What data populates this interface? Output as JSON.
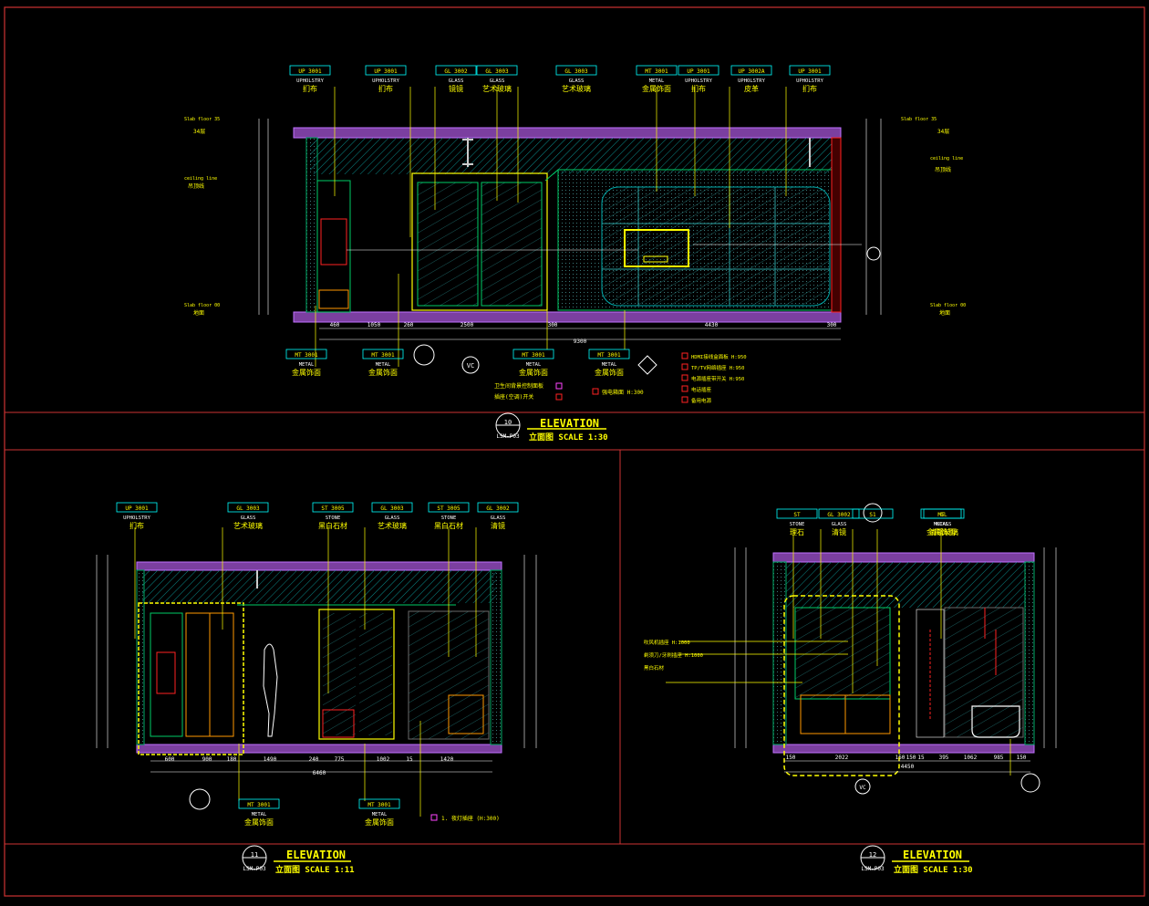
{
  "drawings": [
    {
      "id": "10",
      "sheet": "LSM-P03",
      "title": "ELEVATION",
      "subtitle": "立面图 SCALE 1:30",
      "tags": [
        {
          "code": "UP 3001",
          "mat": "UPHOLSTRY",
          "cn": "扪布"
        },
        {
          "code": "UP 3001",
          "mat": "UPHOLSTRY",
          "cn": "扪布"
        },
        {
          "code": "GL 3002",
          "mat": "GLASS",
          "cn": "镜镜"
        },
        {
          "code": "GL 3003",
          "mat": "GLASS",
          "cn": "艺术玻璃"
        },
        {
          "code": "GL 3003",
          "mat": "GLASS",
          "cn": "艺术玻璃"
        },
        {
          "code": "MT 3001",
          "mat": "METAL",
          "cn": "金属饰面"
        },
        {
          "code": "UP 3001",
          "mat": "UPHOLSTRY",
          "cn": "扪布"
        },
        {
          "code": "UP 3002A",
          "mat": "UPHOLSTRY",
          "cn": "皮革"
        },
        {
          "code": "UP 3001",
          "mat": "UPHOLSTRY",
          "cn": "扪布"
        }
      ],
      "bottom_tags": [
        {
          "code": "MT 3001",
          "mat": "METAL",
          "cn": "金属饰面"
        },
        {
          "code": "MT 3001",
          "mat": "METAL",
          "cn": "金属饰面"
        },
        {
          "code": "MT 3001",
          "mat": "METAL",
          "cn": "金属饰面"
        },
        {
          "code": "MT 3001",
          "mat": "METAL",
          "cn": "金属饰面"
        }
      ],
      "dims_bottom": [
        "460",
        "1050",
        "260",
        "2500",
        "300",
        "4430",
        "300"
      ],
      "total": "9300",
      "legend": [
        "HDMI接线盒面板 H:950",
        "TP/TV网络插座 H:950",
        "电源插座带开关 H:950",
        "电话插座",
        "备用电源"
      ],
      "switch_labels": [
        "卫生间背景控制面板",
        "插座(空调)开关",
        "强电箱面 H:300"
      ]
    },
    {
      "id": "11",
      "sheet": "LSM-P03",
      "title": "ELEVATION",
      "subtitle": "立面图 SCALE 1:11",
      "tags": [
        {
          "code": "UP 3001",
          "mat": "UPHOLSTRY",
          "cn": "扪布"
        },
        {
          "code": "GL 3003",
          "mat": "GLASS",
          "cn": "艺术玻璃"
        },
        {
          "code": "ST 3005",
          "mat": "STONE",
          "cn": "黑白石材"
        },
        {
          "code": "GL 3003",
          "mat": "GLASS",
          "cn": "艺术玻璃"
        },
        {
          "code": "ST 3005",
          "mat": "STONE",
          "cn": "黑白石材"
        },
        {
          "code": "GL 3002",
          "mat": "GLASS",
          "cn": "清镜"
        }
      ],
      "bottom_tags": [
        {
          "code": "MT 3001",
          "mat": "METAL",
          "cn": "金属饰面"
        },
        {
          "code": "MT 3001",
          "mat": "METAL",
          "cn": "金属饰面"
        }
      ],
      "dims_bottom": [
        "600",
        "900",
        "180",
        "1490",
        "240",
        "775",
        "1002",
        "15",
        "1420"
      ],
      "total": "6460",
      "note": "1. 夜灯插座 (H:300)"
    },
    {
      "id": "12",
      "sheet": "LSM-P03",
      "title": "ELEVATION",
      "subtitle": "立面图 SCALE 1:30",
      "tags": [
        {
          "code": "ST",
          "mat": "STONE",
          "cn": "理石"
        },
        {
          "code": "GL 3002",
          "mat": "GLASS",
          "cn": "清镜"
        },
        {
          "code": "S1",
          "mat": "",
          "cn": ""
        },
        {
          "code": "MT",
          "mat": "METAL",
          "cn": "金属饰面"
        },
        {
          "code": "GL",
          "mat": "GLASS",
          "cn": "清镜玻璃"
        }
      ],
      "left_notes": [
        "吹风机插座 H:1000",
        "剃须刀/牙刷插座 H:1000",
        "黑白石材"
      ],
      "dims_bottom": [
        "150",
        "2022",
        "150",
        "150",
        "15",
        "395",
        "1062",
        "985",
        "150"
      ],
      "total": "4450"
    }
  ],
  "level_labels": {
    "slab_top": "Slab floor 35",
    "ceiling": "ceiling line",
    "floor": "Slab floor 00",
    "cn_top": "34层",
    "cn_ceiling": "吊顶线",
    "cn_floor": "地面"
  },
  "colors": {
    "frame": "#cc3333",
    "line": "#ffff00",
    "dim": "#ffffff",
    "slab": "#7b3fa0",
    "wall": "#00cc66",
    "hatch": "#00aaaa",
    "red": "#ff2222",
    "orange": "#ff9900",
    "cyan": "#00ffff"
  }
}
